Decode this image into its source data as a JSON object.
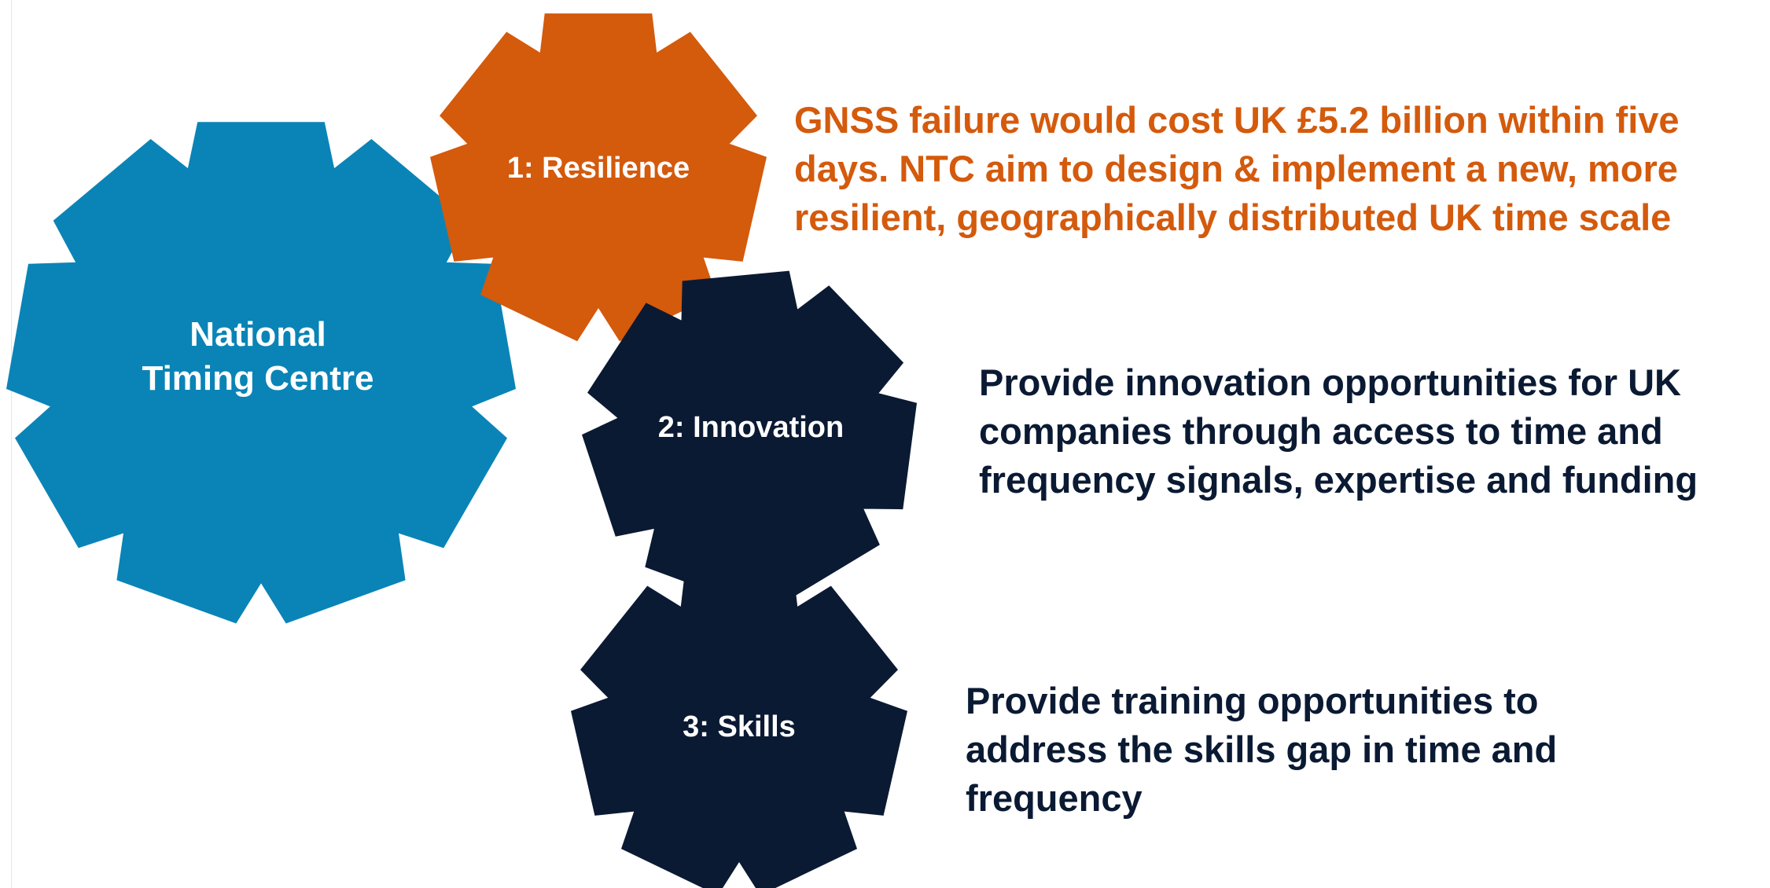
{
  "gears": {
    "ntc": {
      "label_line1": "National",
      "label_line2": "Timing Centre",
      "color": "#0a84b6"
    },
    "resilience": {
      "label": "1: Resilience",
      "color": "#d45a0c"
    },
    "innovation": {
      "label": "2: Innovation",
      "color": "#0b1a33"
    },
    "skills": {
      "label": "3: Skills",
      "color": "#0b1a33"
    }
  },
  "descriptions": {
    "resilience": [
      "GNSS failure would cost UK £5.2 billion within five",
      "days. NTC aim to design & implement a new, more",
      "resilient, geographically distributed UK time scale"
    ],
    "innovation": [
      "Provide innovation opportunities for UK",
      "companies through access to time and",
      "frequency signals, expertise and funding"
    ],
    "skills": [
      "Provide training opportunities to",
      "address the skills gap in time and",
      "frequency"
    ]
  }
}
